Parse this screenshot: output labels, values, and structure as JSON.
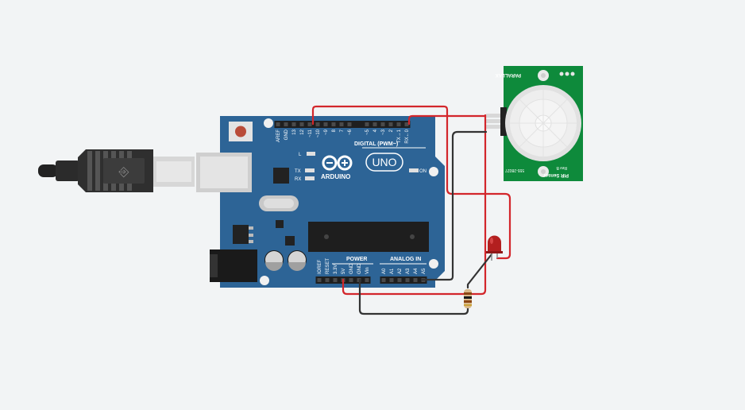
{
  "arduino": {
    "brand": "ARDUINO",
    "model": "UNO",
    "digital_label": "DIGITAL (PWM~)",
    "power_label": "POWER",
    "analog_label": "ANALOG IN",
    "on_label": "ON",
    "led_l": "L",
    "led_tx": "TX",
    "led_rx": "RX",
    "digital_pins": [
      "AREF",
      "GND",
      "13",
      "12",
      "~11",
      "~10",
      "~9",
      "8",
      "7",
      "~6",
      "~5",
      "4",
      "~3",
      "2",
      "TX→1",
      "RX←0"
    ],
    "power_pins": [
      "IOREF",
      "RESET",
      "3.3V",
      "5V",
      "GND",
      "GND",
      "Vin"
    ],
    "analog_pins": [
      "A0",
      "A1",
      "A2",
      "A3",
      "A4",
      "A5"
    ]
  },
  "pir": {
    "brand": "PARALLAX",
    "title": "PIR Sensor",
    "revision": "Rev B",
    "part_number": "555-28027"
  },
  "colors": {
    "background": "#f2f4f5",
    "board": "#2d6496",
    "pcb_green": "#0e8a3b",
    "wire_red": "#d3262b",
    "wire_black": "#333333",
    "led_red": "#b31f1f"
  }
}
